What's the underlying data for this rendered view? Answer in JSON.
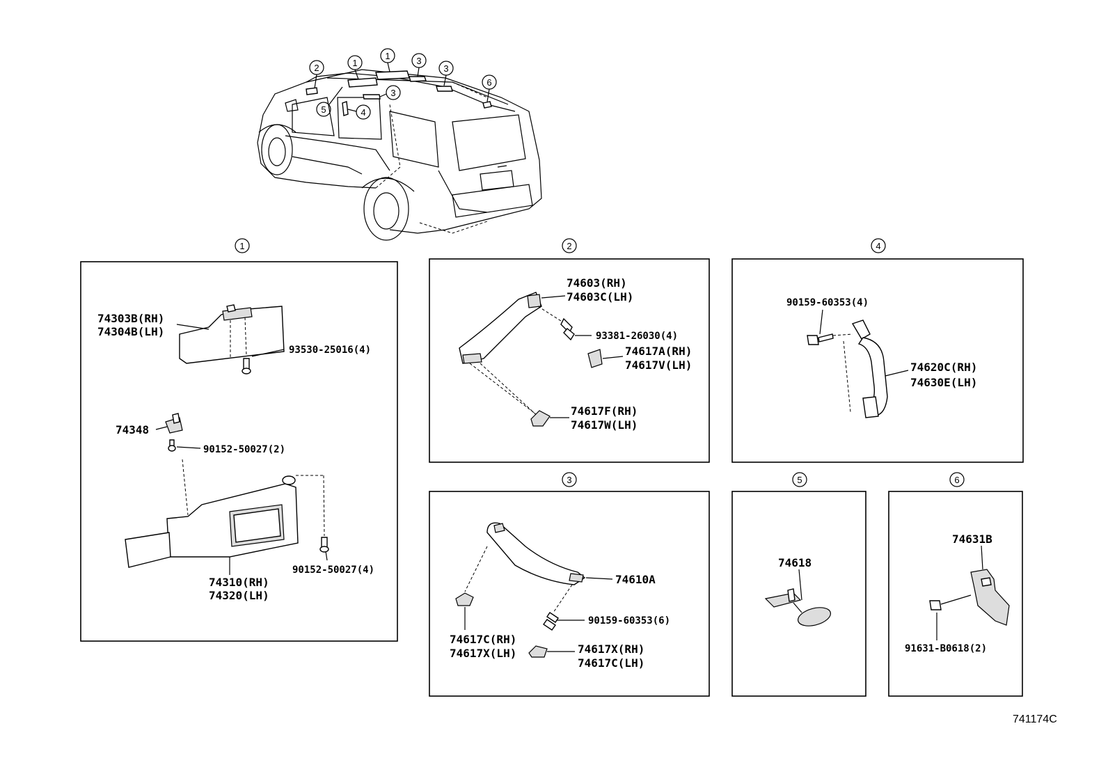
{
  "figure_id": "741174C",
  "car_callouts": [
    "2",
    "1",
    "1",
    "3",
    "3",
    "3",
    "5",
    "4",
    "6"
  ],
  "sections": {
    "s1": {
      "callout": "1",
      "labels": {
        "visor_rh": "74303B(RH)",
        "visor_lh": "74304B(LH)",
        "screw_a": "93530-25016(4)",
        "holder": "74348",
        "screw_b": "90152-50027(2)",
        "screw_c": "90152-50027(4)",
        "visor2_rh": "74310(RH)",
        "visor2_lh": "74320(LH)"
      }
    },
    "s2": {
      "callout": "2",
      "labels": {
        "grip_rh": "74603(RH)",
        "grip_lh": "74603C(LH)",
        "screw": "93381-26030(4)",
        "cover_a_rh": "74617A(RH)",
        "cover_a_lh": "74617V(LH)",
        "cover_f_rh": "74617F(RH)",
        "cover_f_lh": "74617W(LH)"
      }
    },
    "s3": {
      "callout": "3",
      "labels": {
        "grip": "74610A",
        "screw": "90159-60353(6)",
        "cover_c_rh": "74617C(RH)",
        "cover_c_lh": "74617X(LH)",
        "cover_x_rh": "74617X(RH)",
        "cover_x_lh": "74617C(LH)"
      }
    },
    "s4": {
      "callout": "4",
      "labels": {
        "screw": "90159-60353(4)",
        "grip_rh": "74620C(RH)",
        "grip_lh": "74630E(LH)"
      }
    },
    "s5": {
      "callout": "5",
      "labels": {
        "part": "74618"
      }
    },
    "s6": {
      "callout": "6",
      "labels": {
        "part": "74631B",
        "screw": "91631-B0618(2)"
      }
    }
  }
}
